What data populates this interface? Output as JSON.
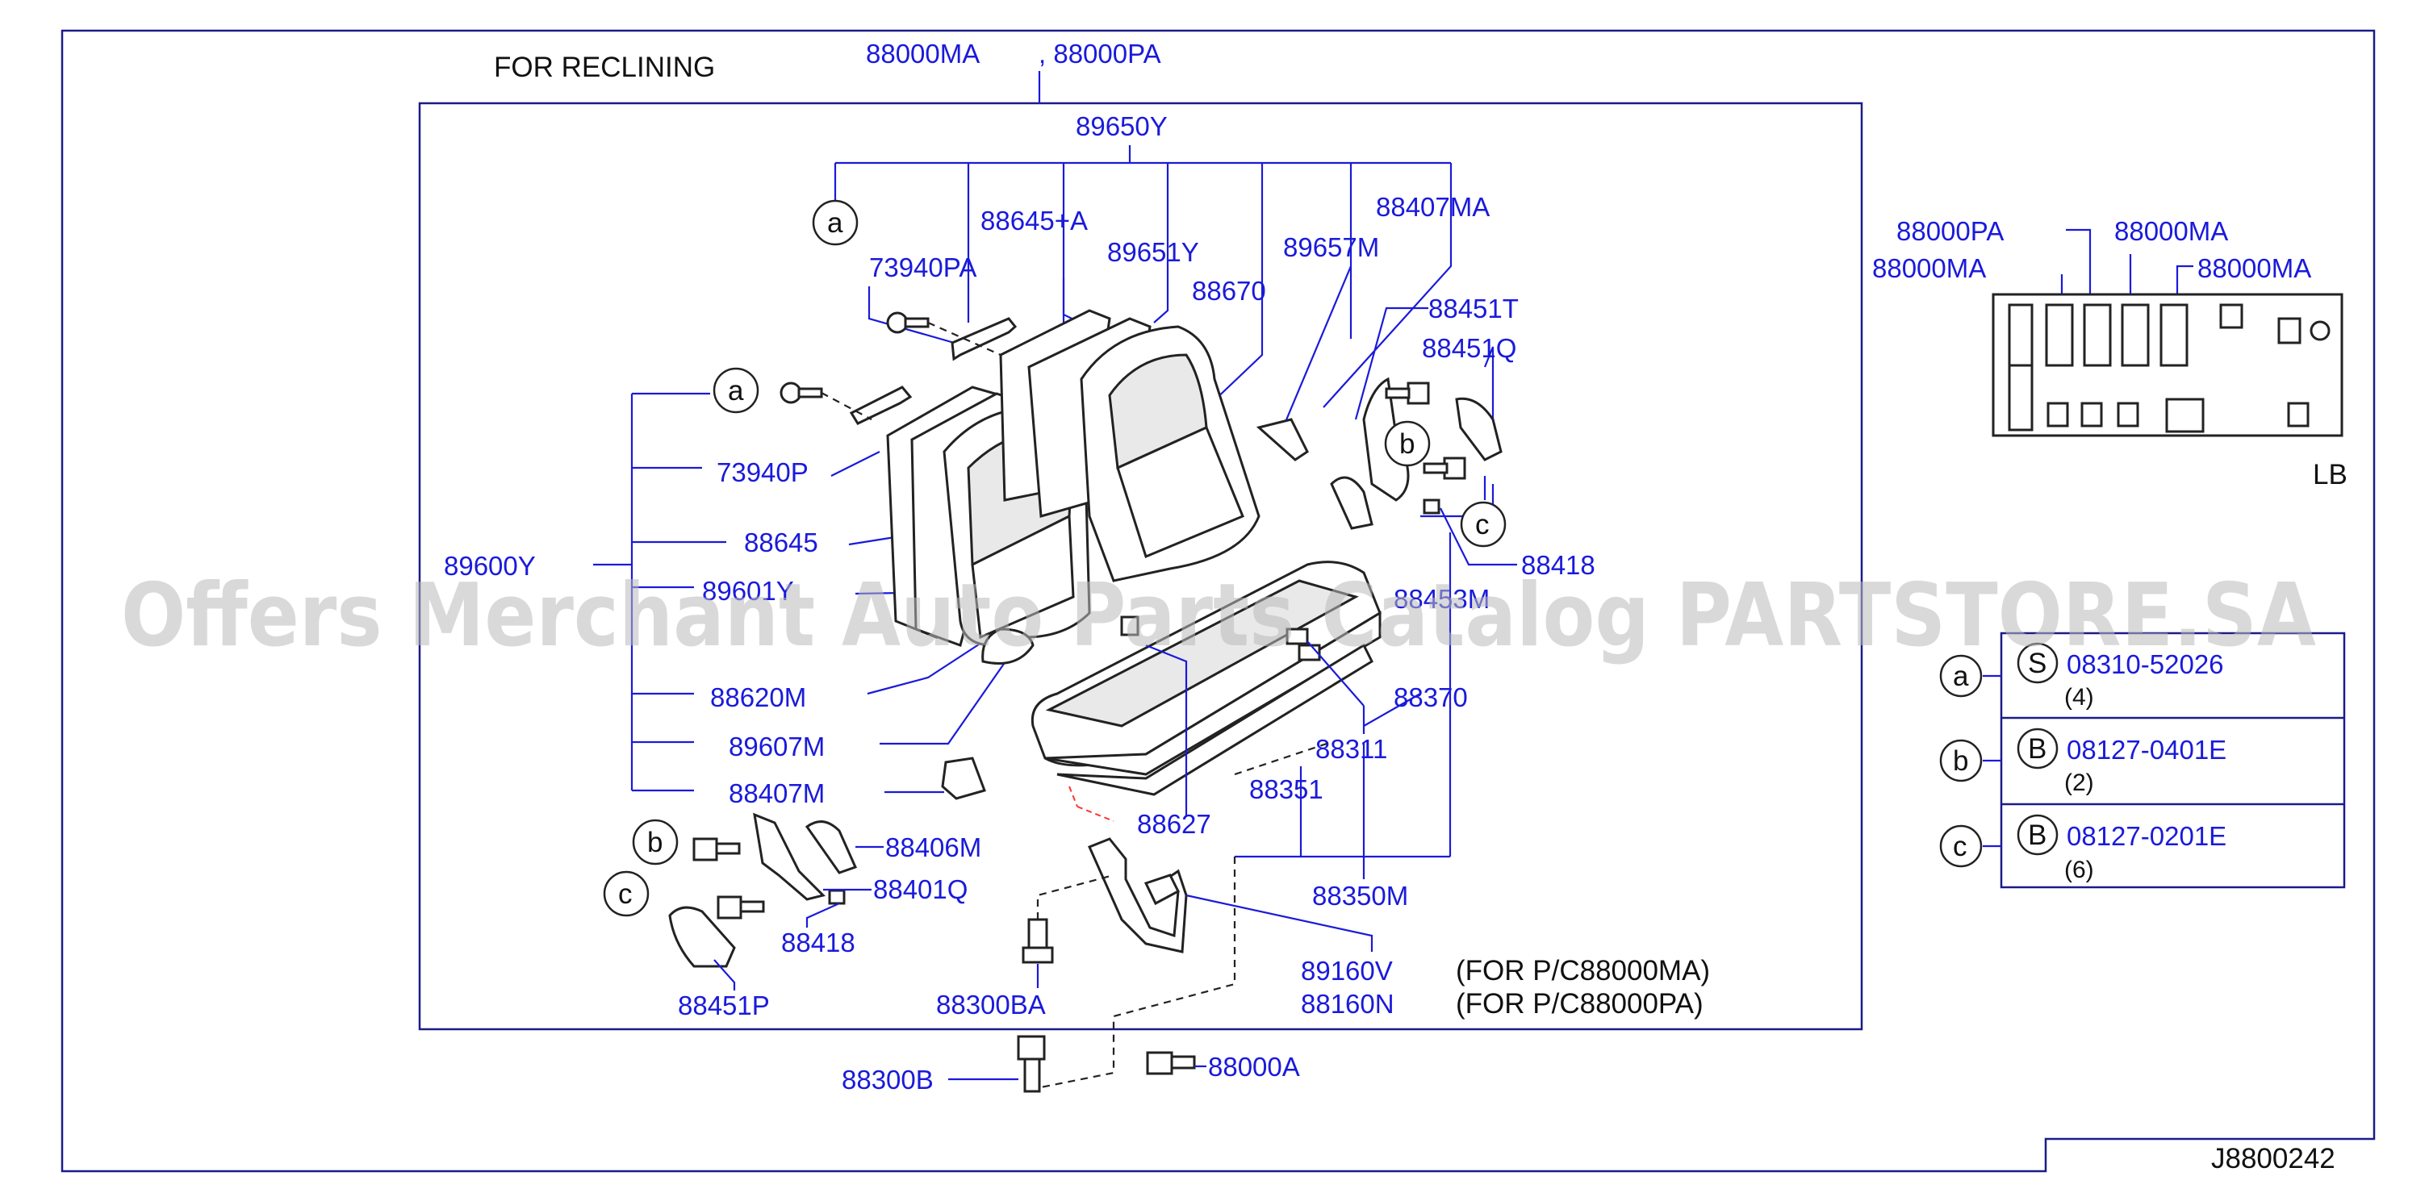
{
  "header": {
    "title": "FOR  RECLINING",
    "pc_main": "88000MA",
    "pc_alt": ", 88000PA"
  },
  "callouts": {
    "c89650Y": "89650Y",
    "c88645A": "88645+A",
    "c73940PA": "73940PA",
    "c89651Y": "89651Y",
    "c89657M": "89657M",
    "c88407MA": "88407MA",
    "c88670": "88670",
    "c88451T": "88451T",
    "c88451Q": "88451Q",
    "c73940P": "73940P",
    "c89600Y": "89600Y",
    "c88645": "88645",
    "c89601Y": "89601Y",
    "c88620M": "88620M",
    "c89607M": "89607M",
    "c88407M": "88407M",
    "c88418_r": "88418",
    "c88453M": "88453M",
    "c88370": "88370",
    "c88311": "88311",
    "c88351": "88351",
    "c88627": "88627",
    "c88350M": "88350M",
    "c88406M": "88406M",
    "c88401Q": "88401Q",
    "c88418_l": "88418",
    "c88451P": "88451P",
    "c88300BA": "88300BA",
    "c89160V": "89160V",
    "c88160N": "88160N",
    "c88300B": "88300B",
    "c88000A": "88000A",
    "note1": "(FOR   P/C88000MA)",
    "note2": "(FOR   P/C88000PA)"
  },
  "circle_letters": {
    "a": "a",
    "b": "b",
    "c": "c"
  },
  "inset": {
    "l1": "88000PA",
    "l2": "88000MA",
    "l3": "88000MA",
    "l4": "88000MA",
    "tag": "LB"
  },
  "fasteners": [
    {
      "letter": "a",
      "type": "S",
      "part": "08310-52026",
      "qty": "(4)"
    },
    {
      "letter": "b",
      "type": "B",
      "part": "08127-0401E",
      "qty": "(2)"
    },
    {
      "letter": "c",
      "type": "B",
      "part": "08127-0201E",
      "qty": "(6)"
    }
  ],
  "footer": {
    "code": "J8800242"
  },
  "watermark": "Offers Merchant Auto Parts Catalog PARTSTORE.SA",
  "colors": {
    "label": "#1a1adb",
    "frame": "#1b1b8a",
    "ink": "#222222",
    "watermark": "#b9b9b9"
  }
}
